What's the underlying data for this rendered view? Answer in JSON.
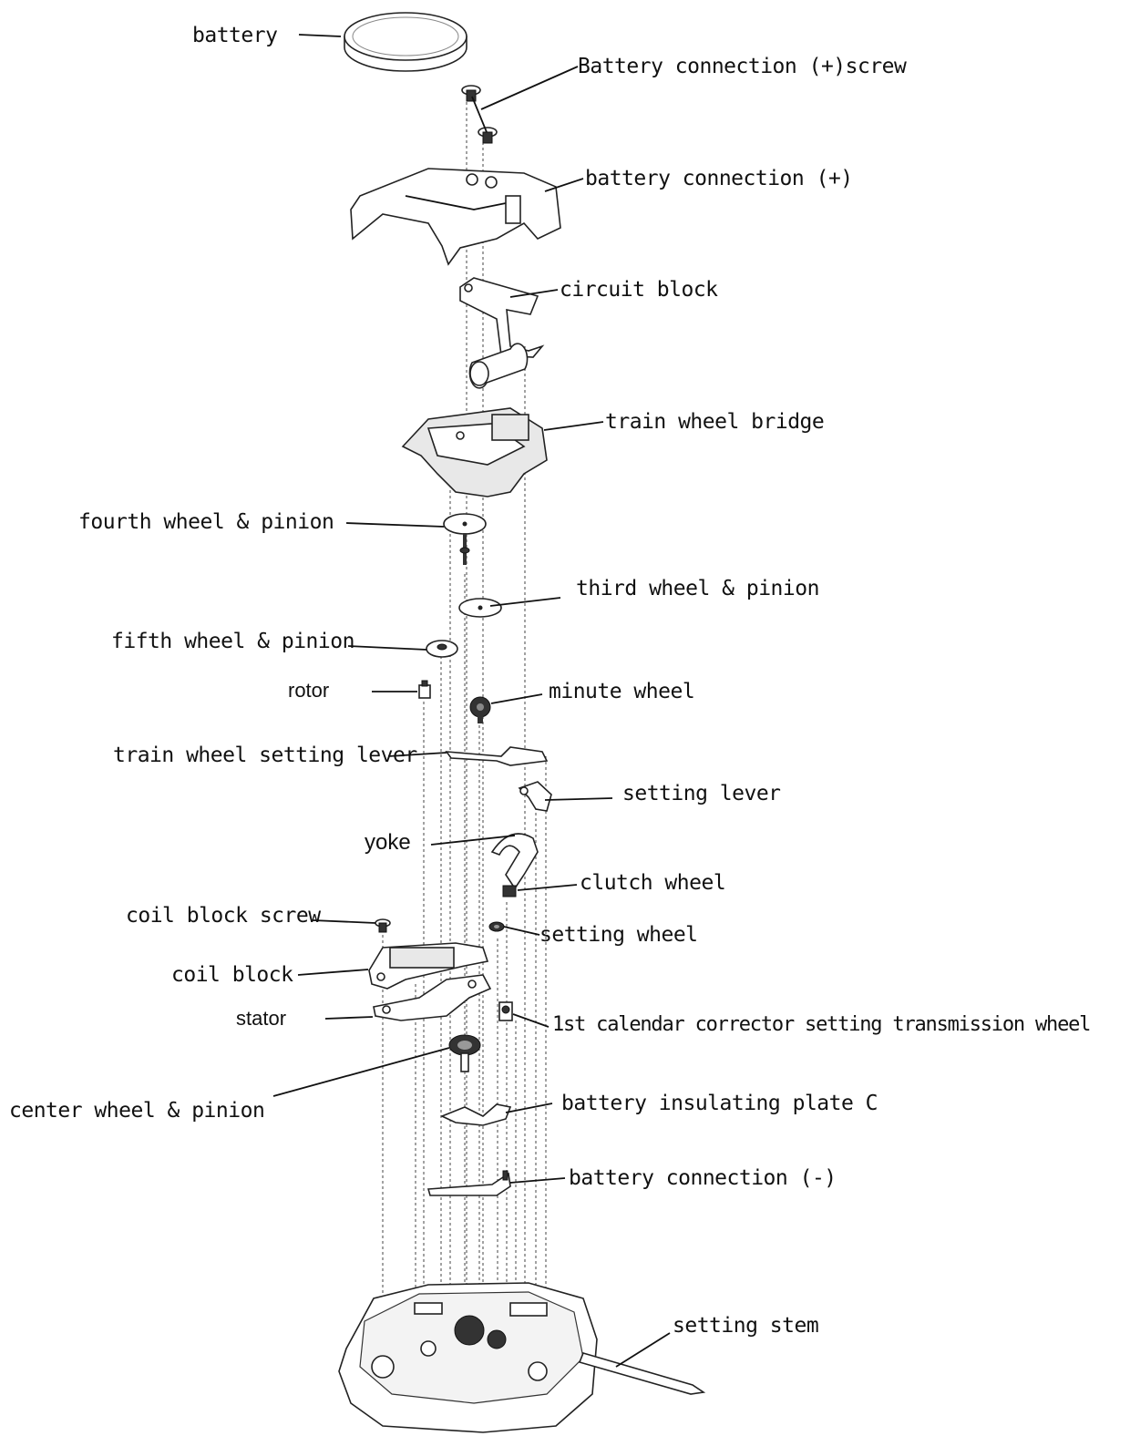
{
  "labels": {
    "battery": "battery",
    "battery_connection_screw": "Battery connection (+)screw",
    "battery_connection_plus": "battery connection (+)",
    "circuit_block": "circuit block",
    "train_wheel_bridge": "train wheel bridge",
    "fourth_wheel": "fourth wheel & pinion",
    "third_wheel": "third wheel & pinion",
    "fifth_wheel": "fifth wheel & pinion",
    "rotor": "rotor",
    "minute_wheel": "minute wheel",
    "train_wheel_setting_lever": "train wheel setting lever",
    "setting_lever": "setting lever",
    "yoke": "yoke",
    "clutch_wheel": "clutch wheel",
    "coil_block_screw": "coil block screw",
    "setting_wheel": "setting wheel",
    "coil_block": "coil block",
    "stator": "stator",
    "first_calendar_wheel": "1st calendar corrector setting transmission wheel",
    "center_wheel": "center wheel & pinion",
    "battery_insulating_plate": "battery insulating plate C",
    "battery_connection_minus": "battery connection (-)",
    "setting_stem": "setting stem"
  }
}
